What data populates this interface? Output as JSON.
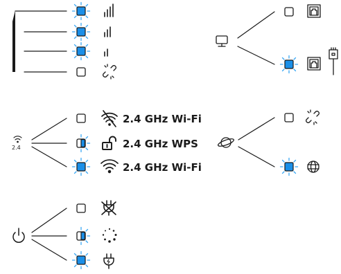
{
  "wifi_group": {
    "band_label": "2.4",
    "rows": [
      {
        "led": "off",
        "icon": "wifi-off-icon",
        "label": "2.4 GHz Wi-Fi"
      },
      {
        "led": "blink",
        "icon": "unlocked-icon",
        "label": "2.4 GHz WPS"
      },
      {
        "led": "on",
        "icon": "wifi-icon",
        "label": "2.4 GHz Wi-Fi"
      }
    ]
  },
  "signal_group": {
    "rows": [
      {
        "led": "on",
        "icon": "signal-strong-icon"
      },
      {
        "led": "on",
        "icon": "signal-medium-icon"
      },
      {
        "led": "on",
        "icon": "signal-weak-icon"
      },
      {
        "led": "off",
        "icon": "broken-link-icon"
      }
    ]
  },
  "lan_group": {
    "rows": [
      {
        "led": "off",
        "icon": "ethernet-port-icon"
      },
      {
        "led": "on",
        "icon": "ethernet-port-connected-icon"
      }
    ]
  },
  "internet_group": {
    "rows": [
      {
        "led": "off",
        "icon": "broken-link-icon"
      },
      {
        "led": "on",
        "icon": "globe-icon"
      }
    ]
  },
  "power_group": {
    "rows": [
      {
        "led": "off",
        "icon": "power-plug-off-icon"
      },
      {
        "led": "blink",
        "icon": "loading-spinner-icon"
      },
      {
        "led": "on",
        "icon": "power-plug-icon"
      }
    ]
  },
  "colors": {
    "led_on": "#1a8fe8",
    "led_ray": "#3aa8f5",
    "stroke": "#1a1a1a"
  }
}
